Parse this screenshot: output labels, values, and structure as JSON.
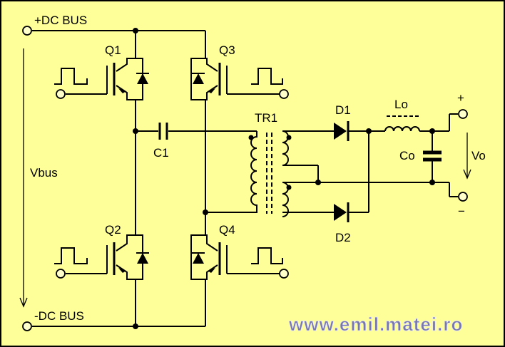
{
  "diagram": {
    "labels": {
      "pos_bus": "+DC BUS",
      "neg_bus": "-DC BUS",
      "vbus": "Vbus",
      "q1": "Q1",
      "q2": "Q2",
      "q3": "Q3",
      "q4": "Q4",
      "c1": "C1",
      "tr1": "TR1",
      "d1": "D1",
      "d2": "D2",
      "lo": "Lo",
      "co": "Co",
      "vo": "Vo",
      "plus": "+",
      "minus": "−"
    },
    "watermark": "www.emil.matei.ro"
  },
  "colors": {
    "background": "#ffff99",
    "wire": "#000000",
    "watermark": "#7777aa"
  }
}
